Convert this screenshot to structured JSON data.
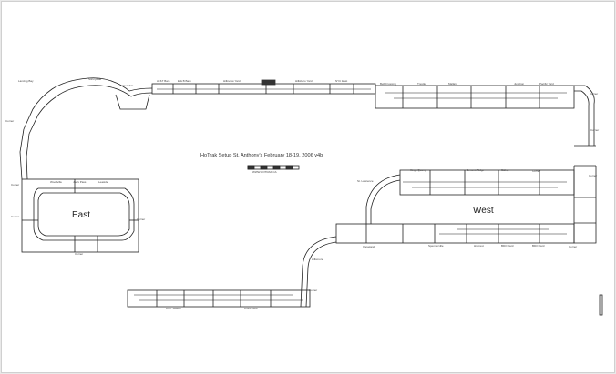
{
  "diagram": {
    "title": "HoTrak Setup St. Anthony's  February 18-19, 2006 v4b",
    "scale_caption": "WWW.HOTRAK.CA",
    "region_east": "East",
    "region_west": "West",
    "module_labels": {
      "l1": "Lancing Bay",
      "l2": "Sunnydale",
      "l3": "Crossbar",
      "l4": "AT&T Bam",
      "l5": "E & B Bam",
      "l6": "Hillsview Yard",
      "l7": "Hillsboro Yard",
      "l8": "NYC East",
      "l9": "Bell Crossing",
      "l10": "Trestle",
      "l11": "Mallard",
      "l12": "Junction",
      "l13": "Pacific Yard",
      "l14": "Corner",
      "l15": "Corner",
      "l16": "Joe's Pass",
      "l17": "Woodville",
      "l18": "Leaside",
      "l19": "Corner",
      "l20": "Corner",
      "l21": "Corner",
      "l22": "St. Lawrence",
      "l23": "Kings Quarry",
      "l24": "Cement Ridge",
      "l25": "Siding",
      "l26": "Spennerville",
      "l27": "Hillcrest",
      "l28": "BDO Yard",
      "l29": "BDO Yard",
      "l30": "Corner",
      "l31": "Corner",
      "l32": "Cleveland",
      "l33": "Corner",
      "l34": "Corner",
      "l35": "Hillsmore",
      "l36": "Corner",
      "l37": "Corner",
      "l38": "W.D. Station",
      "l39": "WGG Yard"
    }
  }
}
